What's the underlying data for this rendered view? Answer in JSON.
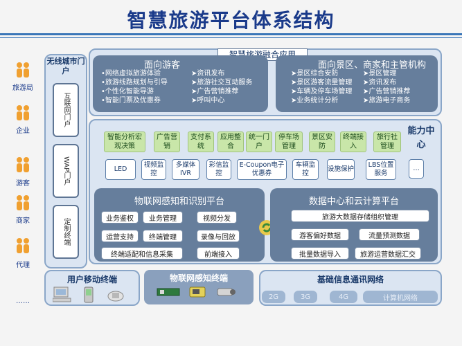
{
  "title": "智慧旅游平台体系结构",
  "actors": [
    "旅游局",
    "企业",
    "游客",
    "商家",
    "代理"
  ],
  "actors_more": "……",
  "portal": {
    "title": "无线城市门户",
    "boxes": [
      "互联网门户",
      "WAP门户",
      "定制终端"
    ]
  },
  "fusion_label": "智慧旅游融合应用",
  "tourists": {
    "title": "面向游客",
    "col1": [
      "•网络虚拟旅游体验",
      "•旅游线路规划与引导",
      "•个性化智能导游",
      "•智能门票及优惠券"
    ],
    "col2": [
      "➤资讯发布",
      "➤旅游社交互动服务",
      "➤广告营销推荐",
      "➤呼叫中心"
    ]
  },
  "scenic": {
    "title": "面向景区、商家和主管机构",
    "col1": [
      "➤景区综合安防",
      "➤景区游客流量管理",
      "➤车辆及停车场管理",
      "➤业务统计分析"
    ],
    "col2": [
      "➤景区管理",
      "➤资讯发布",
      "➤广告营销推荐",
      "➤旅游电子商务"
    ]
  },
  "capabilities": [
    "智能分析宏观决策",
    "广告营销",
    "支付系统",
    "应用整合",
    "统一门户",
    "停车场管理",
    "景区安防",
    "终端接入",
    "旅行社管理"
  ],
  "capability_label": "能力中心",
  "techs": [
    "LED",
    "视频监控",
    "多媒体IVR",
    "彩信监控",
    "E-Coupon电子优惠券",
    "车辆监控",
    "设施保护",
    "LBS位置服务",
    "…"
  ],
  "iot": {
    "title": "物联网感知和识别平台",
    "items": [
      "业务鉴权",
      "业务管理",
      "视频分发",
      "运营支持",
      "终端管理",
      "录像与回放",
      "终端适配和信息采集",
      "前端接入"
    ]
  },
  "cloud": {
    "title": "数据中心和云计算平台",
    "items": [
      "旅游大数据存储组织管理",
      "游客偏好数据",
      "流量预测数据",
      "批量数据导入",
      "旅游运营数据汇交"
    ]
  },
  "user_terminals": "用户移动终端",
  "iot_terminals": "物联网感知终端",
  "network": {
    "title": "基础信息通讯网络",
    "items": [
      "2G",
      "3G",
      "4G",
      "计算机网络"
    ]
  },
  "colors": {
    "title": "#1a3a8a",
    "dark_panel": "#667e9c",
    "capability": "#c9e6a9",
    "actor": "#f0a030"
  }
}
